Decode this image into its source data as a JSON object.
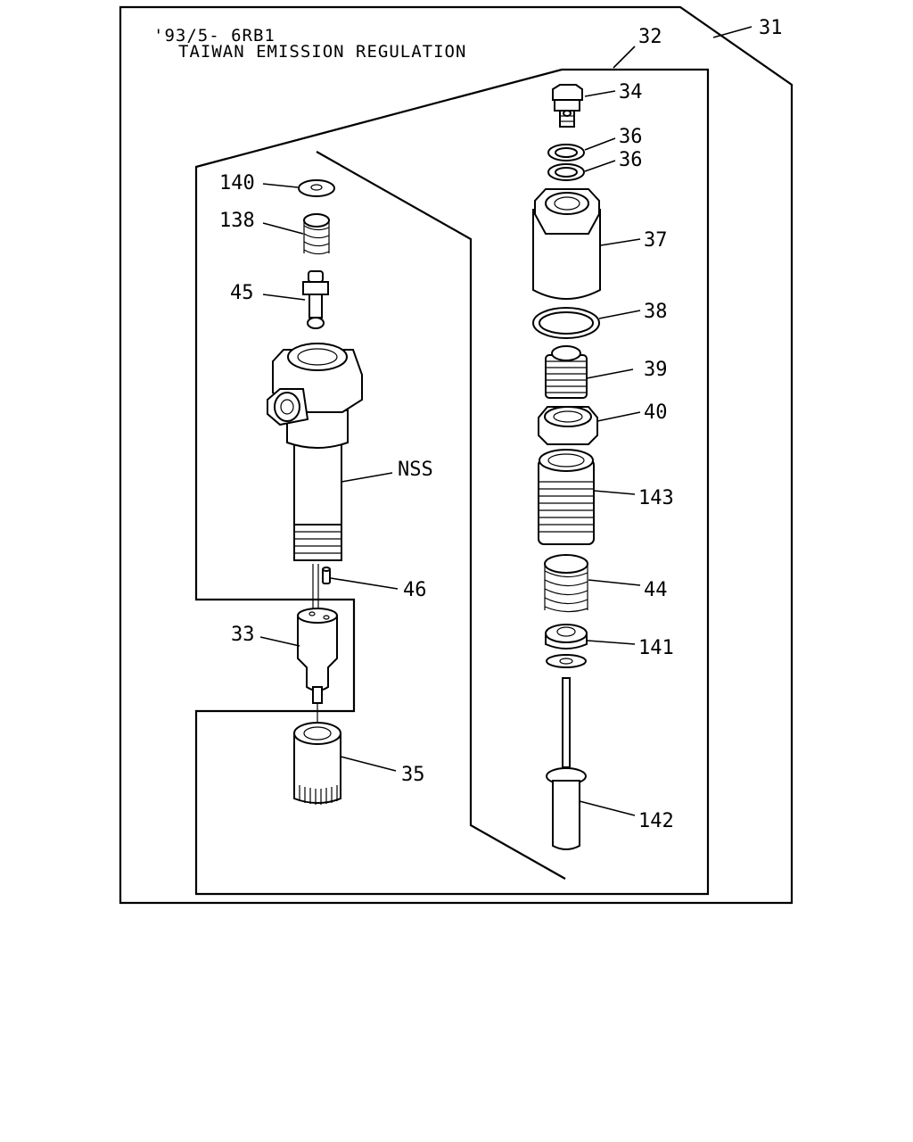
{
  "header": {
    "line1": "'93/5- 6RB1",
    "line2": "TAIWAN EMISSION REGULATION"
  },
  "callouts": {
    "c31": "31",
    "c32": "32",
    "c34": "34",
    "c36a": "36",
    "c36b": "36",
    "c37": "37",
    "c38": "38",
    "c39": "39",
    "c40": "40",
    "c143": "143",
    "c44": "44",
    "c141": "141",
    "c142": "142",
    "c140": "140",
    "c138": "138",
    "c45": "45",
    "nss": "NSS",
    "c46": "46",
    "c33": "33",
    "c35": "35"
  }
}
